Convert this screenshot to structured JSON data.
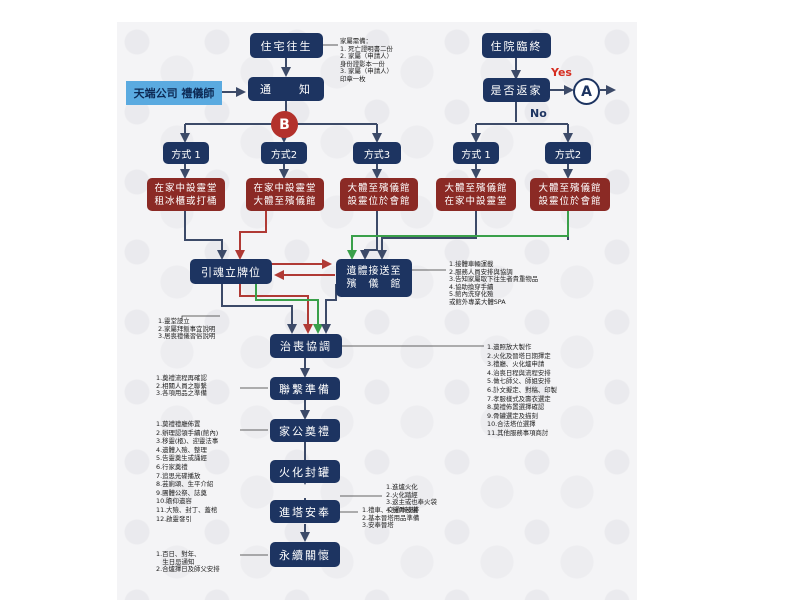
{
  "colors": {
    "navy": "#1d3461",
    "red": "#8b2a25",
    "blue": "#5aaae0",
    "arrow_dark": "#3c4a68",
    "arrow_red": "#b03a35",
    "arrow_green": "#3aa04a",
    "yes": "#d62d20"
  },
  "nodes": {
    "home_death": "住宅往生",
    "hospital_death": "住院臨終",
    "notify": "通　　知",
    "company": "天端公司 禮儀師",
    "go_home": "是否返家",
    "method1_left": "方式 1",
    "method2_left": "方式2",
    "method3_left": "方式3",
    "method1_right": "方式 1",
    "method2_right": "方式2",
    "opt1": [
      "在家中設靈堂",
      "租冰櫃或打桶"
    ],
    "opt2": [
      "在家中設靈堂",
      "大體至殯儀館"
    ],
    "opt3": [
      "大體至殯儀館",
      "設靈位於會館"
    ],
    "opt4": [
      "大體至殯儀館",
      "在家中設靈堂"
    ],
    "opt5": [
      "大體至殯儀館",
      "設靈位於會館"
    ],
    "spirit_tablet": "引魂立牌位",
    "transport": [
      "遺體接送至",
      "殯　儀　館"
    ],
    "consult": "治喪協調",
    "contact_prep": "聯繫準備",
    "family_rite": "家公奠禮",
    "cremation": "火化封罐",
    "burial": "進塔安奉",
    "memorial": "永續關懷"
  },
  "markers": {
    "a": "A",
    "b": "B",
    "yes": "Yes",
    "no": "No"
  },
  "notes": {
    "family_docs": [
      "家屬需備：",
      "1. 死亡證明書二份",
      "2. 家屬（申請人）",
      "身份證影本一份",
      "3. 家屬（申請人）",
      "印章一枚"
    ],
    "transport_notes": [
      "1.接體車輛運載",
      "2.服務人員安排與協調",
      "3.告知家屬取下往生者貴重物品",
      "4.協助換穿手續",
      "5.館內洗穿化殮",
      "或館外專業大體SPA"
    ],
    "tablet_notes": [
      "1.靈堂設立",
      "2.家屬拜飯事宜說明",
      "3.居喪禮儀習俗說明"
    ],
    "consult_notes": [
      "1.遺照放大製作",
      "2.火化及晉塔日期擇定",
      "3.禮廳、火化爐申請",
      "4.治喪日程與流程安排",
      "5.做七師父、師姐安排",
      "6.訃文擬定、對稿、印製",
      "7.孝服樣式及壽衣選定",
      "8.莫禮佈置選擇確認",
      "9.骨罐選定及描刻",
      "10.合法塔位選擇",
      "11.其他服務事項商討"
    ],
    "contact_notes": [
      "1.奠禮流程再確認",
      "2.相關人員之聯繫",
      "3.各項用品之準備"
    ],
    "rite_notes": [
      "1.莫禮禮廳佈置",
      "2.辦理認領手續(館內)",
      "3.移靈(柩)、迎靈法事",
      "4.遺體入殮、整理",
      "5.告靈奠生或誦經",
      "6.行家奠禮",
      "7.追思光碟播放",
      "8.芸廁頌、生平介紹",
      "9.團體公祭、誌奠",
      "10.瞻仰遺容",
      "11.大殮、封丁、蓋棺",
      "12.啟靈發引"
    ],
    "cremation_notes": [
      "1.進爐火化",
      "2.火化踏經",
      "3.返主或也奉火袋",
      "4.撿骨封罐"
    ],
    "burial_notes": [
      "1.禮車、交通車安排",
      "2.基本晉塔用品準備",
      "3.安奉晉塔"
    ],
    "memorial_notes": [
      "1.百日、對年、",
      "　生日忌通知",
      "2.合爐擇日及師父安排"
    ]
  }
}
